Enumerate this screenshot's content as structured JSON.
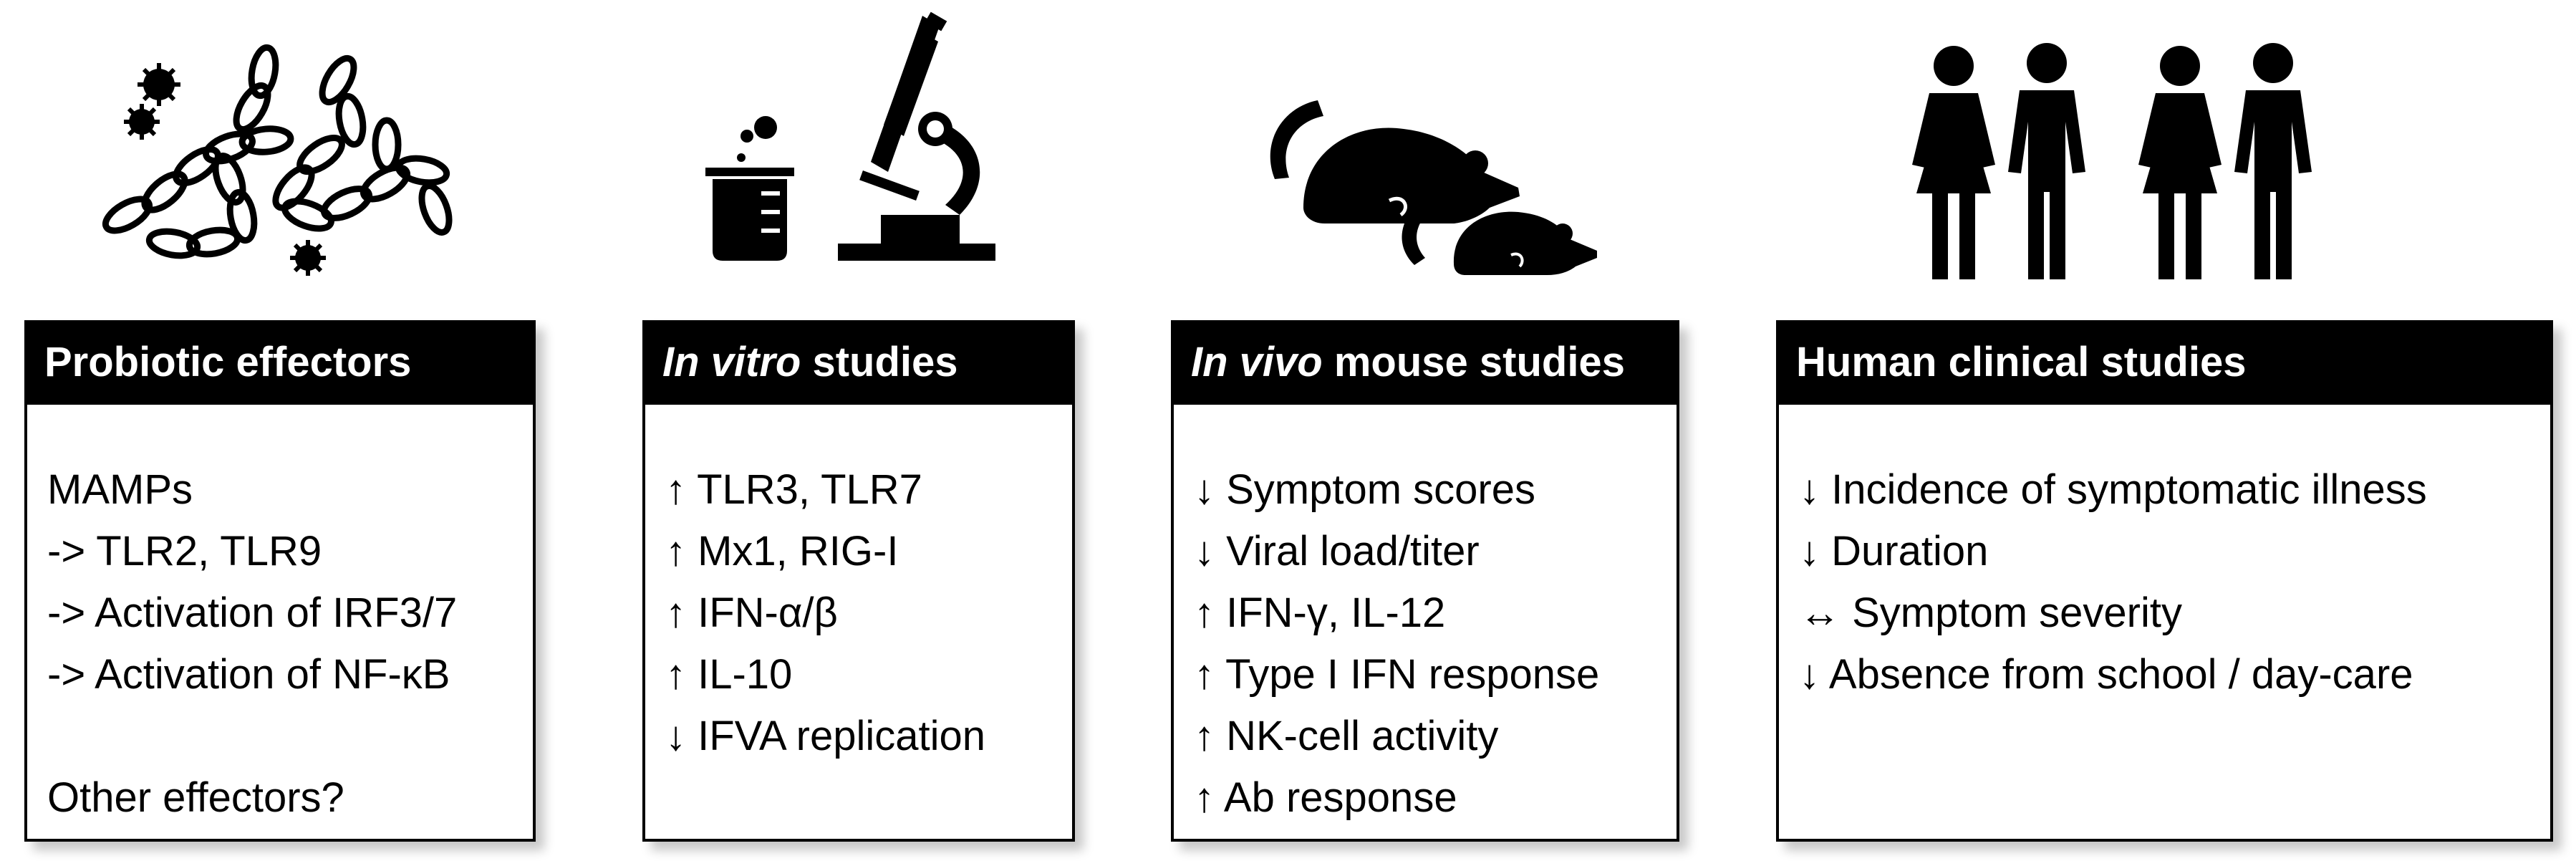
{
  "panels": [
    {
      "title": "Probiotic effectors",
      "lines": [
        "MAMPs",
        "-> TLR2, TLR9",
        "-> Activation of IRF3/7",
        "-> Activation of NF-κB",
        "",
        "Other effectors?"
      ]
    },
    {
      "title_italic": "In vitro",
      "title_rest": " studies",
      "lines": [
        "↑ TLR3, TLR7",
        "↑ Mx1, RIG-I",
        "↑ IFN-α/β",
        "↑ IL-10",
        "↓ IFVA replication"
      ]
    },
    {
      "title_italic": "In vivo",
      "title_rest": " mouse studies",
      "lines": [
        "↓ Symptom scores",
        "↓ Viral load/titer",
        "↑ IFN-γ, IL-12",
        "↑ Type I IFN response",
        "↑ NK-cell activity",
        "↑ Ab response"
      ]
    },
    {
      "title": "Human clinical studies",
      "lines": [
        "↓ Incidence of symptomatic illness",
        "↓ Duration",
        "↔ Symptom severity",
        "↓ Absence from school / day-care"
      ]
    }
  ],
  "icons": [
    "bacteria-icon",
    "beaker-icon",
    "microscope-icon",
    "mouse-icon",
    "people-icon"
  ],
  "colors": {
    "header_background": "#000000",
    "header_text": "#ffffff",
    "body_text": "#000000",
    "background": "#ffffff"
  }
}
